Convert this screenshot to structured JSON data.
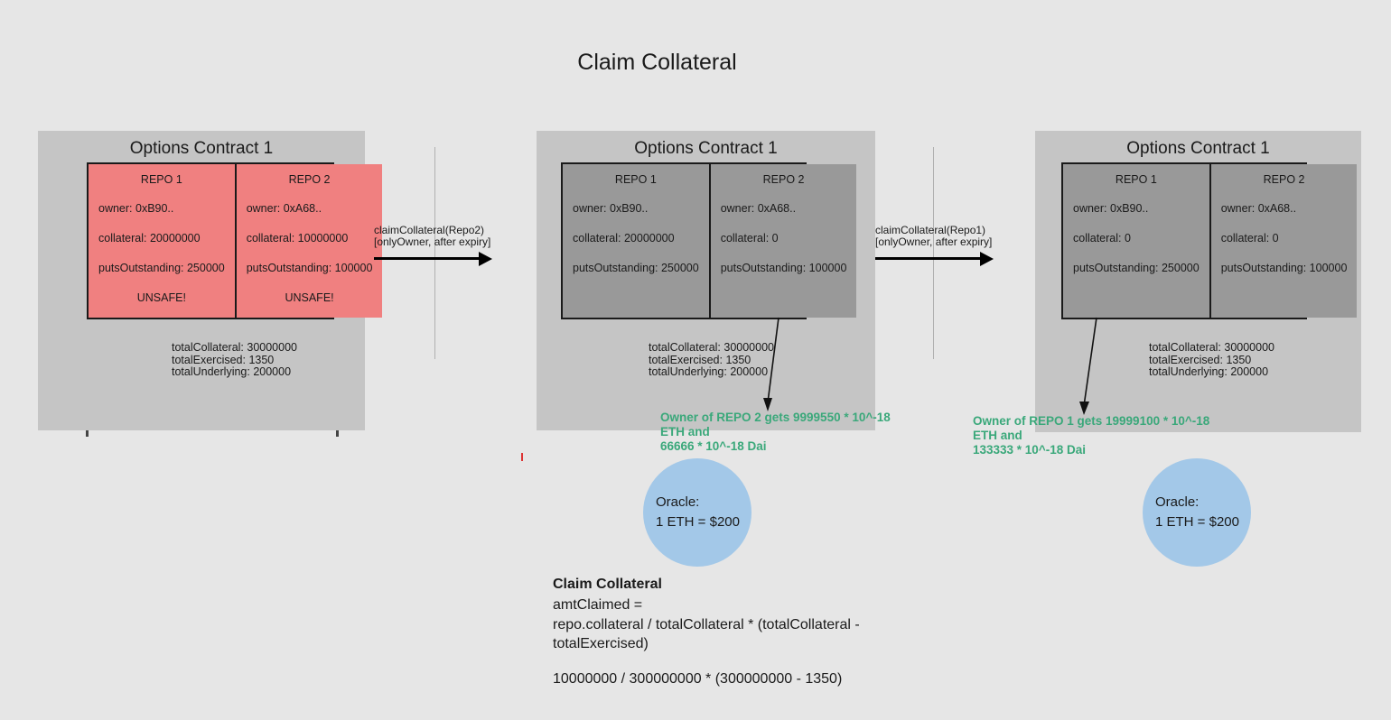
{
  "page": {
    "title": "Claim Collateral",
    "background_color": "#e6e6e6",
    "panel_color": "#c5c5c5",
    "unsafe_color": "#f08080",
    "safe_color": "#999999",
    "accent_green": "#3aa87a",
    "oracle_color": "#a3c8e8"
  },
  "panels": [
    {
      "title": "Options Contract 1",
      "state": "unsafe",
      "repos": [
        {
          "name": "REPO 1",
          "owner": "owner: 0xB90..",
          "collateral": "collateral: 20000000",
          "puts": "putsOutstanding: 250000",
          "status": "UNSAFE!"
        },
        {
          "name": "REPO 2",
          "owner": "owner: 0xA68..",
          "collateral": "collateral: 10000000",
          "puts": "putsOutstanding: 100000",
          "status": "UNSAFE!"
        }
      ],
      "totals": "totalCollateral: 30000000\ntotalExercised: 1350\ntotalUnderlying: 200000"
    },
    {
      "title": "Options Contract 1",
      "state": "safe",
      "repos": [
        {
          "name": "REPO 1",
          "owner": "owner: 0xB90..",
          "collateral": "collateral: 20000000",
          "puts": "putsOutstanding: 250000",
          "status": ""
        },
        {
          "name": "REPO 2",
          "owner": "owner: 0xA68..",
          "collateral": "collateral: 0",
          "puts": "putsOutstanding: 100000",
          "status": ""
        }
      ],
      "totals": "totalCollateral: 30000000\ntotalExercised: 1350\ntotalUnderlying: 200000"
    },
    {
      "title": "Options Contract 1",
      "state": "safe",
      "repos": [
        {
          "name": "REPO 1",
          "owner": "owner: 0xB90..",
          "collateral": "collateral: 0",
          "puts": "putsOutstanding: 250000",
          "status": ""
        },
        {
          "name": "REPO 2",
          "owner": "owner: 0xA68..",
          "collateral": "collateral: 0",
          "puts": "putsOutstanding: 100000",
          "status": ""
        }
      ],
      "totals": "totalCollateral: 30000000\ntotalExercised: 1350\ntotalUnderlying: 200000"
    }
  ],
  "transitions": [
    {
      "label": "claimCollateral(Repo2)\n[onlyOwner, after expiry]"
    },
    {
      "label": "claimCollateral(Repo1)\n[onlyOwner, after expiry]"
    }
  ],
  "results": [
    {
      "text": "Owner of REPO 2 gets 9999550 * 10^-18 ETH and\n66666 * 10^-18 Dai"
    },
    {
      "text": "Owner of REPO 1 gets 19999100 * 10^-18 ETH and\n133333 * 10^-18 Dai"
    }
  ],
  "oracles": [
    {
      "text": "Oracle:\n1 ETH = $200"
    },
    {
      "text": "Oracle:\n1 ETH = $200"
    }
  ],
  "formula": {
    "title": "Claim Collateral",
    "body": "amtClaimed =\nrepo.collateral / totalCollateral * (totalCollateral -\ntotalExercised)",
    "numeric": "10000000 / 300000000 * (300000000 - 1350)"
  }
}
